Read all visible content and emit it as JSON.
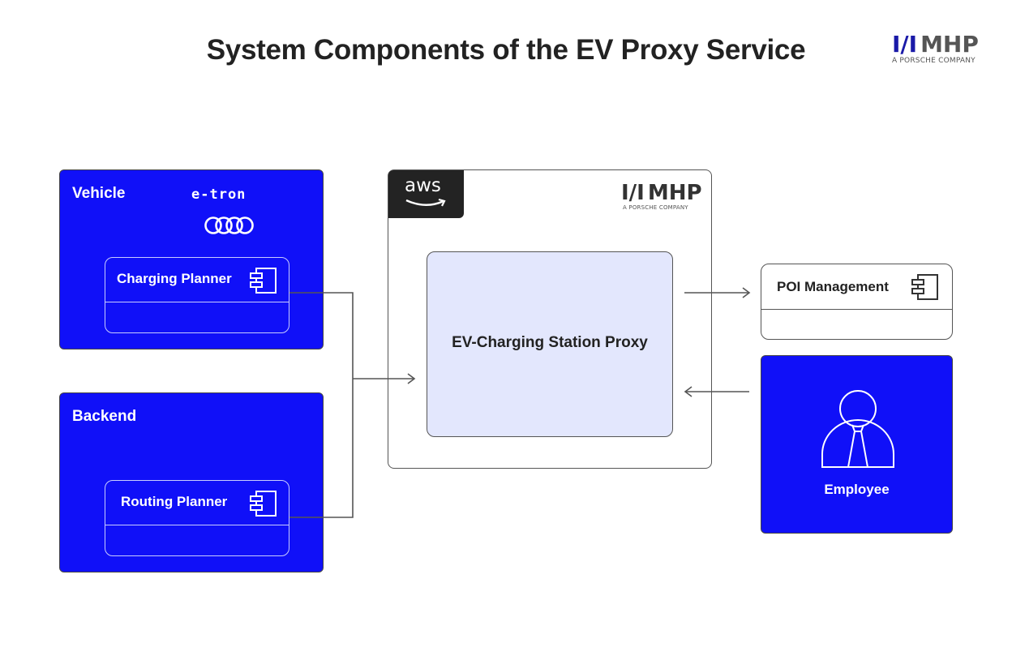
{
  "title": "System Components of the EV Proxy Service",
  "logo": {
    "mark": "I/I",
    "word": "MHP",
    "tagline": "A PORSCHE COMPANY"
  },
  "colors": {
    "group_fill": "#1010f8",
    "proxy_fill": "#e3e7fd",
    "aws_tab": "#232323",
    "line": "#555555"
  },
  "groups": {
    "vehicle": {
      "label": "Vehicle",
      "brand_text": "e-tron",
      "brand_icon": "audi-rings-icon",
      "component": "Charging Planner"
    },
    "backend": {
      "label": "Backend",
      "component": "Routing Planner"
    }
  },
  "cloud": {
    "provider": "aws",
    "logo_word": "MHP",
    "logo_mark": "I/I",
    "logo_tagline": "A PORSCHE COMPANY"
  },
  "proxy": {
    "label": "EV-Charging Station Proxy"
  },
  "poi": {
    "label": "POI Management"
  },
  "employee": {
    "label": "Employee",
    "icon": "person-icon"
  },
  "edges": [
    {
      "from": "Charging Planner",
      "to": "EV-Charging Station Proxy"
    },
    {
      "from": "Routing Planner",
      "to": "EV-Charging Station Proxy"
    },
    {
      "from": "EV-Charging Station Proxy",
      "to": "POI Management"
    },
    {
      "from": "Employee",
      "to": "EV-Charging Station Proxy"
    }
  ]
}
